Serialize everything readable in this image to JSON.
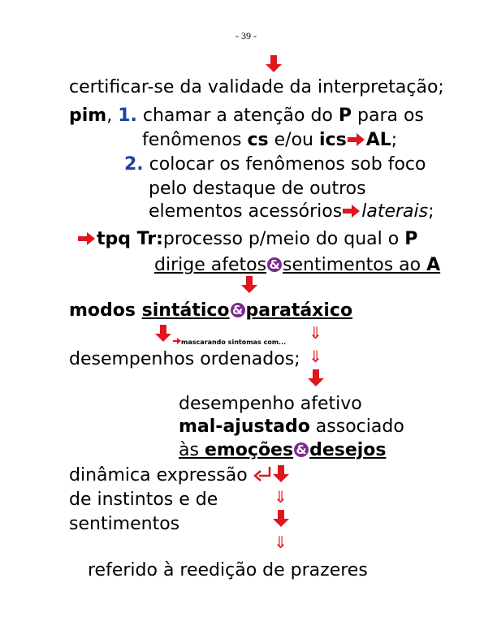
{
  "page_number": "- 39 -",
  "lines": {
    "l1": "certificar-se da validade da interpretação;",
    "l2_pim": "pim",
    "l2_comma": ",",
    "l2_num": "1.",
    "l2_text": " chamar a atenção do ",
    "l2_P": "P",
    "l2_end": " para os",
    "l3_a": "fenômenos ",
    "l3_cs": "cs",
    "l3_b": " e/ou ",
    "l3_ics": "ics",
    "l3_AL": "AL",
    "l3_end": ";",
    "l4_num": "2.",
    "l4_text": " colocar os fenômenos sob foco",
    "l5": "pelo destaque de outros",
    "l6_a": "elementos acessórios",
    "l6_lat": "laterais",
    "l6_end": ";",
    "l7_tpq": "tpq Tr:",
    "l7_text": "processo p/meio do qual o ",
    "l7_P": "P",
    "l8_a": "dirige afetos",
    "l8_b": "sentimentos ao ",
    "l8_A": "A",
    "l9_modos": "modos ",
    "l9_sint": "sintático",
    "l9_para": "paratáxico",
    "small_note": "mascarando sintomas com...",
    "l10": "desempenhos ordenados;",
    "l11": "desempenho afetivo",
    "l12_b": "mal-ajustado",
    "l12_r": " associado",
    "l13_a": "às ",
    "l13_emo": "emoções",
    "l13_des": "desejos",
    "l14": "dinâmica expressão",
    "l15": "de instintos e de",
    "l16": "sentimentos",
    "l17": "referido à reedição de prazeres"
  },
  "symbols": {
    "ampersand": "&",
    "double_down": "⇓",
    "arrow_color": "#e0161f",
    "amp_color": "#7a2a90"
  }
}
